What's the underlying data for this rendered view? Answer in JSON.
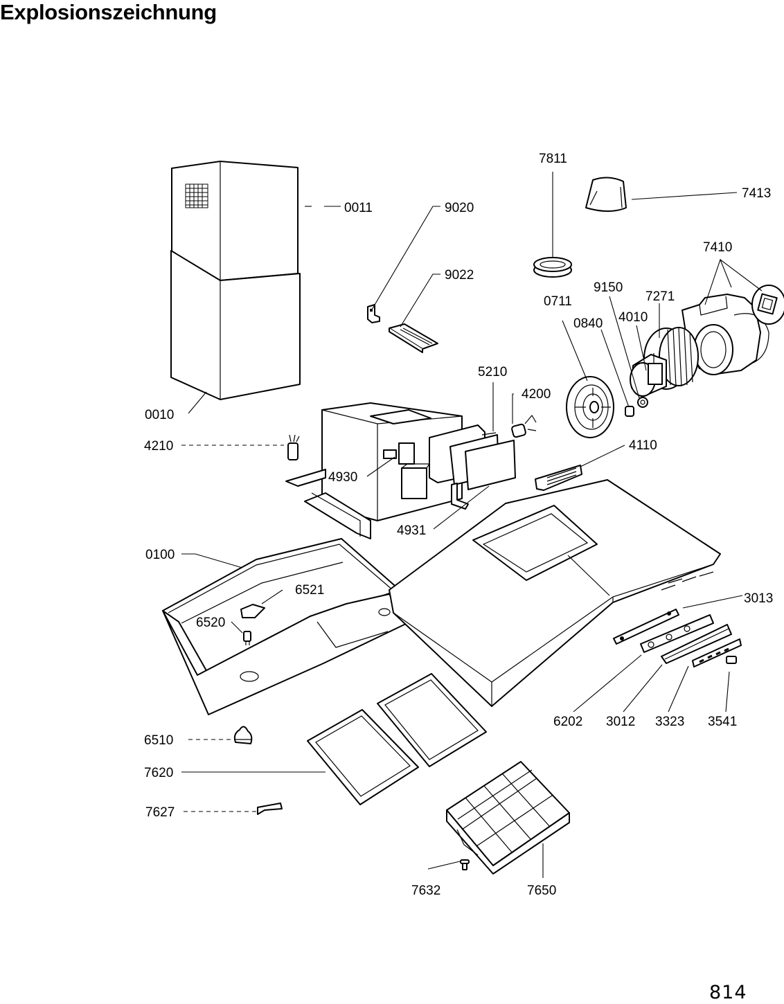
{
  "title": "Explosionszeichnung",
  "page_number": "814",
  "part_labels": {
    "p0011": "0011",
    "p0010": "0010",
    "p9020": "9020",
    "p9022": "9022",
    "p7811": "7811",
    "p7413": "7413",
    "p7410": "7410",
    "p9150": "9150",
    "p7271": "7271",
    "p0711": "0711",
    "p4010": "4010",
    "p0840": "0840",
    "p5210": "5210",
    "p4200": "4200",
    "p4210": "4210",
    "p4110": "4110",
    "p4930": "4930",
    "p4931": "4931",
    "p0100": "0100",
    "p6521": "6521",
    "p6520": "6520",
    "p3013": "3013",
    "p6202": "6202",
    "p3012": "3012",
    "p3323": "3323",
    "p3541": "3541",
    "p6510": "6510",
    "p7620": "7620",
    "p7627": "7627",
    "p7632": "7632",
    "p7650": "7650"
  }
}
